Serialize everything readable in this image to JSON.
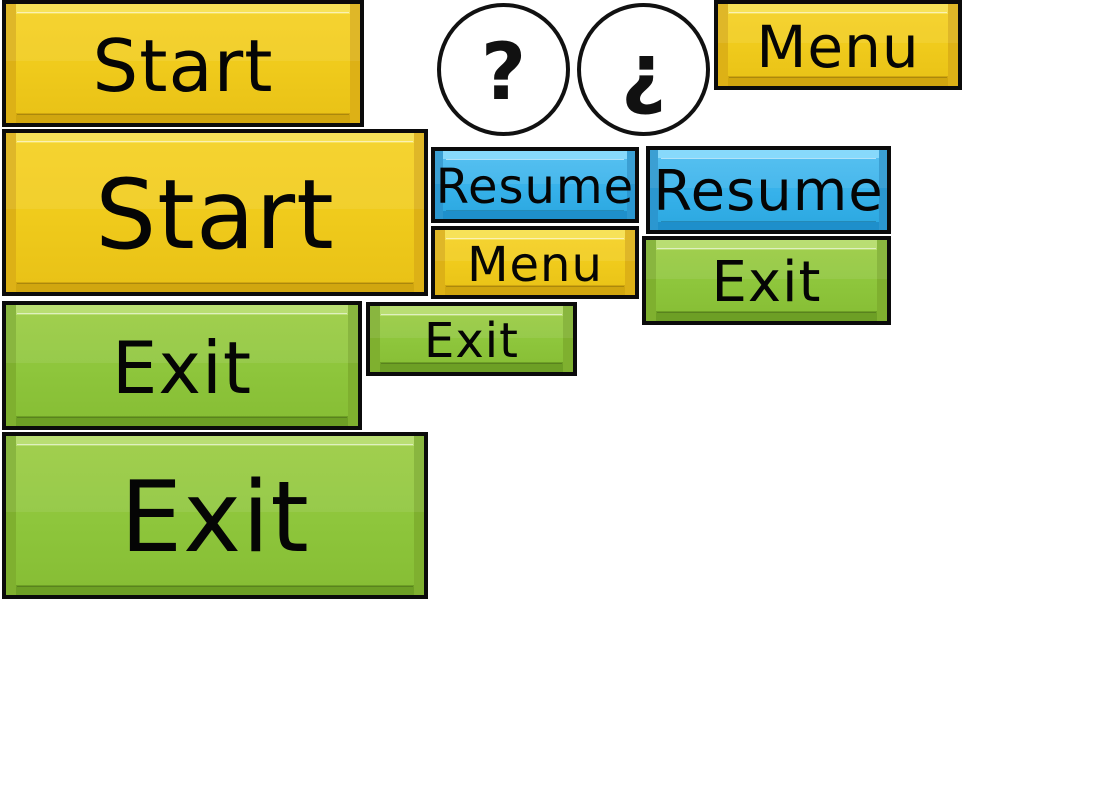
{
  "buttons": {
    "start_large": "Start",
    "start_larger": "Start",
    "exit_large": "Exit",
    "exit_larger": "Exit",
    "resume_small": "Resume",
    "menu_small": "Menu",
    "exit_small": "Exit",
    "resume_medium": "Resume",
    "exit_medium": "Exit",
    "menu_medium": "Menu"
  },
  "help_buttons": {
    "question": "?",
    "inverted_question": "¿"
  },
  "colors": {
    "yellow": "#F0CB1C",
    "green": "#8EC63C",
    "blue": "#36B1EA",
    "outline": "#0B0B0B",
    "background": "#FFFFFF"
  }
}
